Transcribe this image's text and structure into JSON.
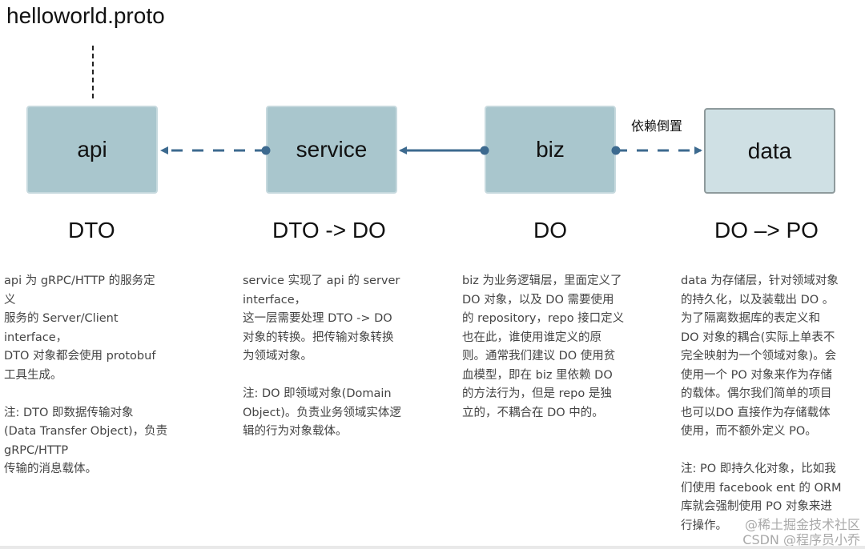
{
  "header": {
    "title": "helloworld.proto"
  },
  "nodes": [
    {
      "id": "api",
      "label": "api",
      "object": "DTO"
    },
    {
      "id": "service",
      "label": "service",
      "object": "DTO -> DO"
    },
    {
      "id": "biz",
      "label": "biz",
      "object": "DO"
    },
    {
      "id": "data",
      "label": "data",
      "object": "DO –> PO"
    }
  ],
  "edges": [
    {
      "from": "service",
      "to": "api",
      "style": "dashed"
    },
    {
      "from": "biz",
      "to": "service",
      "style": "solid"
    },
    {
      "from": "biz",
      "to": "data",
      "style": "dashed",
      "label": "依赖倒置"
    }
  ],
  "colors": {
    "box_fill": "#a9c6cd",
    "data_box_fill": "#cfe0e4",
    "arrow": "#3d6a8f"
  },
  "descriptions": {
    "api": "api 为 gRPC/HTTP 的服务定\n义\n服务的 Server/Client\ninterface，\nDTO 对象都会使用 protobuf\n工具生成。\n\n注: DTO 即数据传输对象\n(Data Transfer Object)，负责\ngRPC/HTTP\n传输的消息载体。",
    "service": "service 实现了 api 的 server\ninterface，\n这一层需要处理 DTO -> DO\n对象的转换。把传输对象转换\n为领域对象。\n\n注: DO 即领域对象(Domain\nObject)。负责业务领域实体逻\n辑的行为对象载体。",
    "biz": "biz 为业务逻辑层，里面定义了\nDO 对象，以及 DO 需要使用\n的 repository，repo 接口定义\n也在此，谁使用谁定义的原\n则。通常我们建议 DO 使用贫\n血模型，即在 biz 里依赖 DO\n的方法行为，但是 repo 是独\n立的，不耦合在 DO 中的。",
    "data": "data 为存储层，针对领域对象\n的持久化，以及装载出 DO 。\n为了隔离数据库的表定义和\nDO 对象的耦合(实际上单表不\n完全映射为一个领域对象)。会\n使用一个 PO 对象来作为存储\n的载体。偶尔我们简单的项目\n也可以DO 直接作为存储载体\n使用，而不额外定义 PO。\n\n注: PO 即持久化对象，比如我\n们使用 facebook ent 的 ORM\n库就会强制使用 PO 对象来进\n行操作。"
  },
  "watermark": {
    "line1": "@稀土掘金技术社区",
    "line2": "CSDN @程序员小乔"
  }
}
